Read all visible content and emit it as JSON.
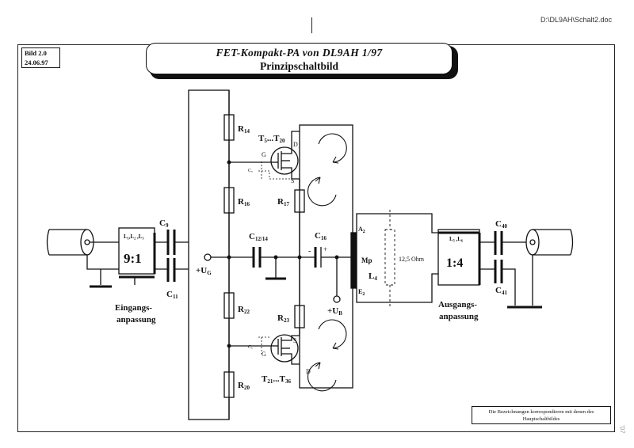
{
  "header": {
    "file_path": "D:\\DL9AH\\Schalt2.doc"
  },
  "bild": {
    "number": "Bild 2.0",
    "date": "24.06.97"
  },
  "title": {
    "line1": "FET-Kompakt-PA  von  DL9AH  1/97",
    "line2": "Prinzipschaltbild"
  },
  "components": {
    "r14": "R",
    "r14_sub": "14",
    "r16": "R",
    "r16_sub": "16",
    "r17": "R",
    "r17_sub": "17",
    "r22": "R",
    "r22_sub": "22",
    "r23": "R",
    "r23_sub": "23",
    "r20": "R",
    "r20_sub": "20",
    "t_upper": "T",
    "t_upper_sub1": "5",
    "t_upper_mid": "...T",
    "t_upper_sub2": "20",
    "t_lower": "T",
    "t_lower_sub1": "21",
    "t_lower_mid": "...T",
    "t_lower_sub2": "36",
    "c9": "C",
    "c9_sub": "9",
    "c11": "C",
    "c11_sub": "11",
    "c1214": "C",
    "c1214_sub": "12/14",
    "c16": "C",
    "c16_sub": "16",
    "c40": "C",
    "c40_sub": "40",
    "c41": "C",
    "c41_sub": "41",
    "ug": "+U",
    "ug_sub": "G",
    "ub": "+U",
    "ub_sub": "B",
    "l4": "L",
    "l4_sub": "4",
    "a2": "A",
    "a2_sub": "2",
    "e2": "E",
    "e2_sub": "2",
    "mp": "Mp",
    "ohm": "12,5 Ohm",
    "ratio_in": "9:1",
    "ratio_out": "1:4",
    "l_in": "L₁,L₂ ,L₃",
    "l_out": "L₅ ,L₆",
    "g": "G",
    "d": "D",
    "s": "S",
    "cx": "Cₓ",
    "cap_plus": "+",
    "cap_minus": "-"
  },
  "labels": {
    "eingang1": "Eingangs-",
    "eingang2": "anpassung",
    "ausgang1": "Ausgangs-",
    "ausgang2": "anpassung"
  },
  "note": {
    "line1": "Die Bezeichnungen korrespondieren mit denen des",
    "line2": "Hauptschaltbildes"
  },
  "margin_mark": "'07"
}
